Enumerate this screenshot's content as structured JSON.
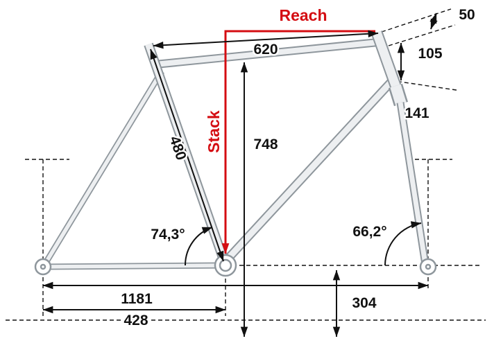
{
  "diagram": {
    "type": "bike-frame-geometry",
    "labels": {
      "reach": "Reach",
      "stack": "Stack",
      "top_tube_length": "620",
      "stem_length": "50",
      "head_tube_top": "105",
      "head_tube_length": "141",
      "seat_tube_length": "480",
      "standover_height": "748",
      "seat_tube_angle": "74,3°",
      "head_tube_angle": "66,2°",
      "wheelbase": "1181",
      "chainstay_length": "428",
      "bb_height": "304"
    },
    "colors": {
      "accent": "#d40d12",
      "frame_outline": "#8e969c",
      "frame_fill": "#edeff1",
      "dimension": "#111111"
    }
  }
}
